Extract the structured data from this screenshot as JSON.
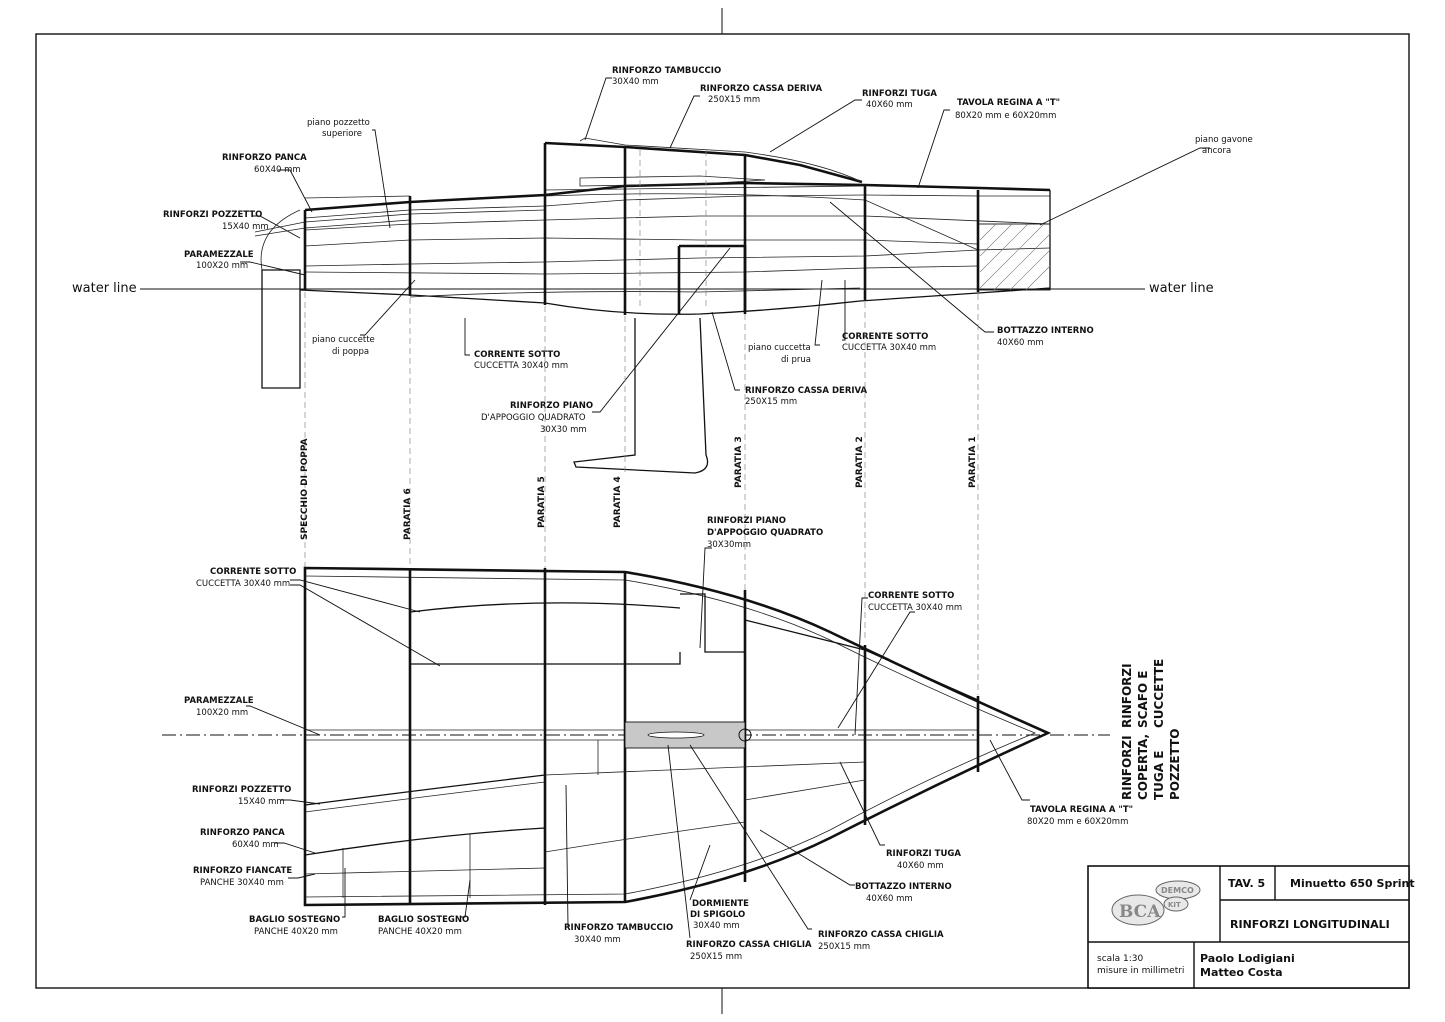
{
  "side_view": {
    "waterline_left": "water line",
    "waterline_right": "water line",
    "labels": {
      "rinforzo_tambuccio": [
        "RINFORZO TAMBUCCIO",
        "30X40 mm"
      ],
      "rinforzo_cassa_deriva_top": [
        "RINFORZO CASSA DERIVA",
        "250X15 mm"
      ],
      "rinforzi_tuga": [
        "RINFORZI TUGA",
        "40X60 mm"
      ],
      "tavola_regina": [
        "TAVOLA REGINA A \"T\"",
        "80X20 mm e 60X20mm"
      ],
      "piano_gavone": [
        "piano gavone",
        "ancora"
      ],
      "piano_pozzetto": [
        "piano pozzetto",
        "superiore"
      ],
      "rinforzo_panca": [
        "RINFORZO PANCA",
        "60X40 mm"
      ],
      "rinforzi_pozzetto": [
        "RINFORZI POZZETTO",
        "15X40 mm"
      ],
      "paramezzale": [
        "PARAMEZZALE",
        "100X20 mm"
      ],
      "piano_cuccette_poppa": [
        "piano cuccette",
        "di poppa"
      ],
      "corrente_sotto_cuccetta": [
        "CORRENTE SOTTO",
        "CUCCETTA 30X40 mm"
      ],
      "rinforzo_piano": [
        "RINFORZO PIANO",
        "D'APPOGGIO QUADRATO",
        "30X30 mm"
      ],
      "rinforzo_cassa_deriva_bottom": [
        "RINFORZO CASSA DERIVA",
        "250X15 mm"
      ],
      "piano_cuccetta_prua": [
        "piano cuccetta",
        "di prua"
      ],
      "corrente_sotto_prua": [
        "CORRENTE SOTTO",
        "CUCCETTA 30X40 mm"
      ],
      "bottazzo_interno": [
        "BOTTAZZO INTERNO",
        "40X60 mm"
      ]
    }
  },
  "bulkheads": [
    "SPECCHIO DI POPPA",
    "PARATIA 6",
    "PARATIA 5",
    "PARATIA 4",
    "PARATIA 3",
    "PARATIA 2",
    "PARATIA 1"
  ],
  "plan_view": {
    "labels": {
      "rinforzi_piano": [
        "RINFORZI PIANO",
        "D'APPOGGIO QUADRATO",
        "30X30mm"
      ],
      "corrente_sotto_left": [
        "CORRENTE SOTTO",
        "CUCCETTA 30X40 mm"
      ],
      "corrente_sotto_right": [
        "CORRENTE SOTTO",
        "CUCCETTA 30X40 mm"
      ],
      "paramezzale": [
        "PARAMEZZALE",
        "100X20 mm"
      ],
      "rinforzi_pozzetto": [
        "RINFORZI POZZETTO",
        "15X40 mm"
      ],
      "rinforzo_panca": [
        "RINFORZO PANCA",
        "60X40 mm"
      ],
      "rinforzo_fiancate": [
        "RINFORZO FIANCATE",
        "PANCHE 30X40 mm"
      ],
      "baglio_1": [
        "BAGLIO SOSTEGNO",
        "PANCHE 40X20 mm"
      ],
      "baglio_2": [
        "BAGLIO SOSTEGNO",
        "PANCHE 40X20 mm"
      ],
      "rinforzo_tambuccio": [
        "RINFORZO TAMBUCCIO",
        "30X40 mm"
      ],
      "dormiente": [
        "DORMIENTE",
        "DI SPIGOLO",
        "30X40 mm"
      ],
      "cassa_chiglia_1": [
        "RINFORZO CASSA CHIGLIA",
        "250X15 mm"
      ],
      "cassa_chiglia_2": [
        "RINFORZO CASSA CHIGLIA",
        "250X15 mm"
      ],
      "bottazzo": [
        "BOTTAZZO INTERNO",
        "40X60 mm"
      ],
      "rinforzi_tuga": [
        "RINFORZI TUGA",
        "40X60 mm"
      ],
      "tavola_regina": [
        "TAVOLA REGINA A \"T\"",
        "80X20 mm e 60X20mm"
      ]
    },
    "side_top": [
      "RINFORZI",
      "SCAFO E",
      "CUCCETTE"
    ],
    "side_bottom": [
      "RINFORZI",
      "COPERTA,",
      "TUGA E",
      "POZZETTO"
    ]
  },
  "title_block": {
    "logo_text_1": "BCA",
    "logo_text_2": "DEMCO",
    "logo_text_3": "KIT",
    "tav": "TAV. 5",
    "project": "Minuetto 650 Sprint",
    "title": "RINFORZI LONGITUDINALI",
    "scale": "scala 1:30",
    "units": "misure in millimetri",
    "author1": "Paolo Lodigiani",
    "author2": "Matteo Costa"
  }
}
